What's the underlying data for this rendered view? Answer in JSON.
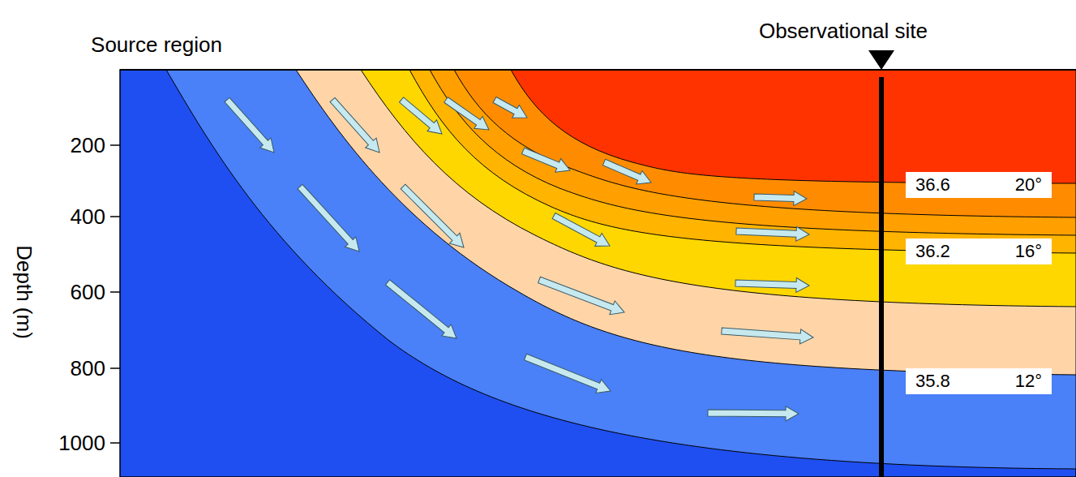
{
  "diagram": {
    "nodes": [
      {
        "text": [
          "36.6",
          "20°"
        ]
      },
      {
        "text": [
          "36.2",
          "16°"
        ]
      },
      {
        "text": [
          "35.8",
          "12°"
        ]
      }
    ],
    "labels": [
      "Source region",
      "Observational site",
      "Depth (m)",
      "200",
      "400",
      "600",
      "800",
      "1000"
    ]
  }
}
